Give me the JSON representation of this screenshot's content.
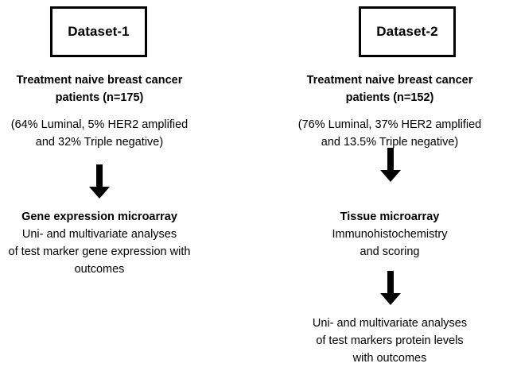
{
  "diagram": {
    "type": "study-design-flowchart",
    "background_color": "#ffffff",
    "text_color": "#000000",
    "columns": [
      {
        "id": "dataset-1",
        "box_label": "Dataset-1",
        "cohort_title": [
          "Treatment naive breast cancer",
          "patients (n=175)"
        ],
        "cohort_subtypes": [
          "(64% Luminal, 5% HER2 amplified",
          "and 32% Triple negative)"
        ],
        "method_title": [
          "Gene expression microarray"
        ],
        "method_detail": [
          "Uni- and multivariate analyses",
          "of test marker gene expression with",
          "outcomes"
        ],
        "final_detail": []
      },
      {
        "id": "dataset-2",
        "box_label": "Dataset-2",
        "cohort_title": [
          "Treatment naive breast cancer",
          "patients (n=152)"
        ],
        "cohort_subtypes": [
          "(76% Luminal, 37% HER2 amplified",
          "and 13.5% Triple negative)"
        ],
        "method_title": [
          "Tissue microarray"
        ],
        "method_detail": [
          "Immunohistochemistry",
          "and scoring"
        ],
        "final_detail": [
          "Uni- and multivariate analyses",
          "of test markers protein levels",
          "with outcomes"
        ]
      }
    ],
    "arrows": [
      {
        "id": "arrow-dataset1-to-method",
        "direction": "down",
        "color": "#000000"
      },
      {
        "id": "arrow-dataset2-to-method",
        "direction": "down",
        "color": "#000000"
      },
      {
        "id": "arrow-dataset2-method-to-analysis",
        "direction": "down",
        "color": "#000000"
      }
    ]
  }
}
